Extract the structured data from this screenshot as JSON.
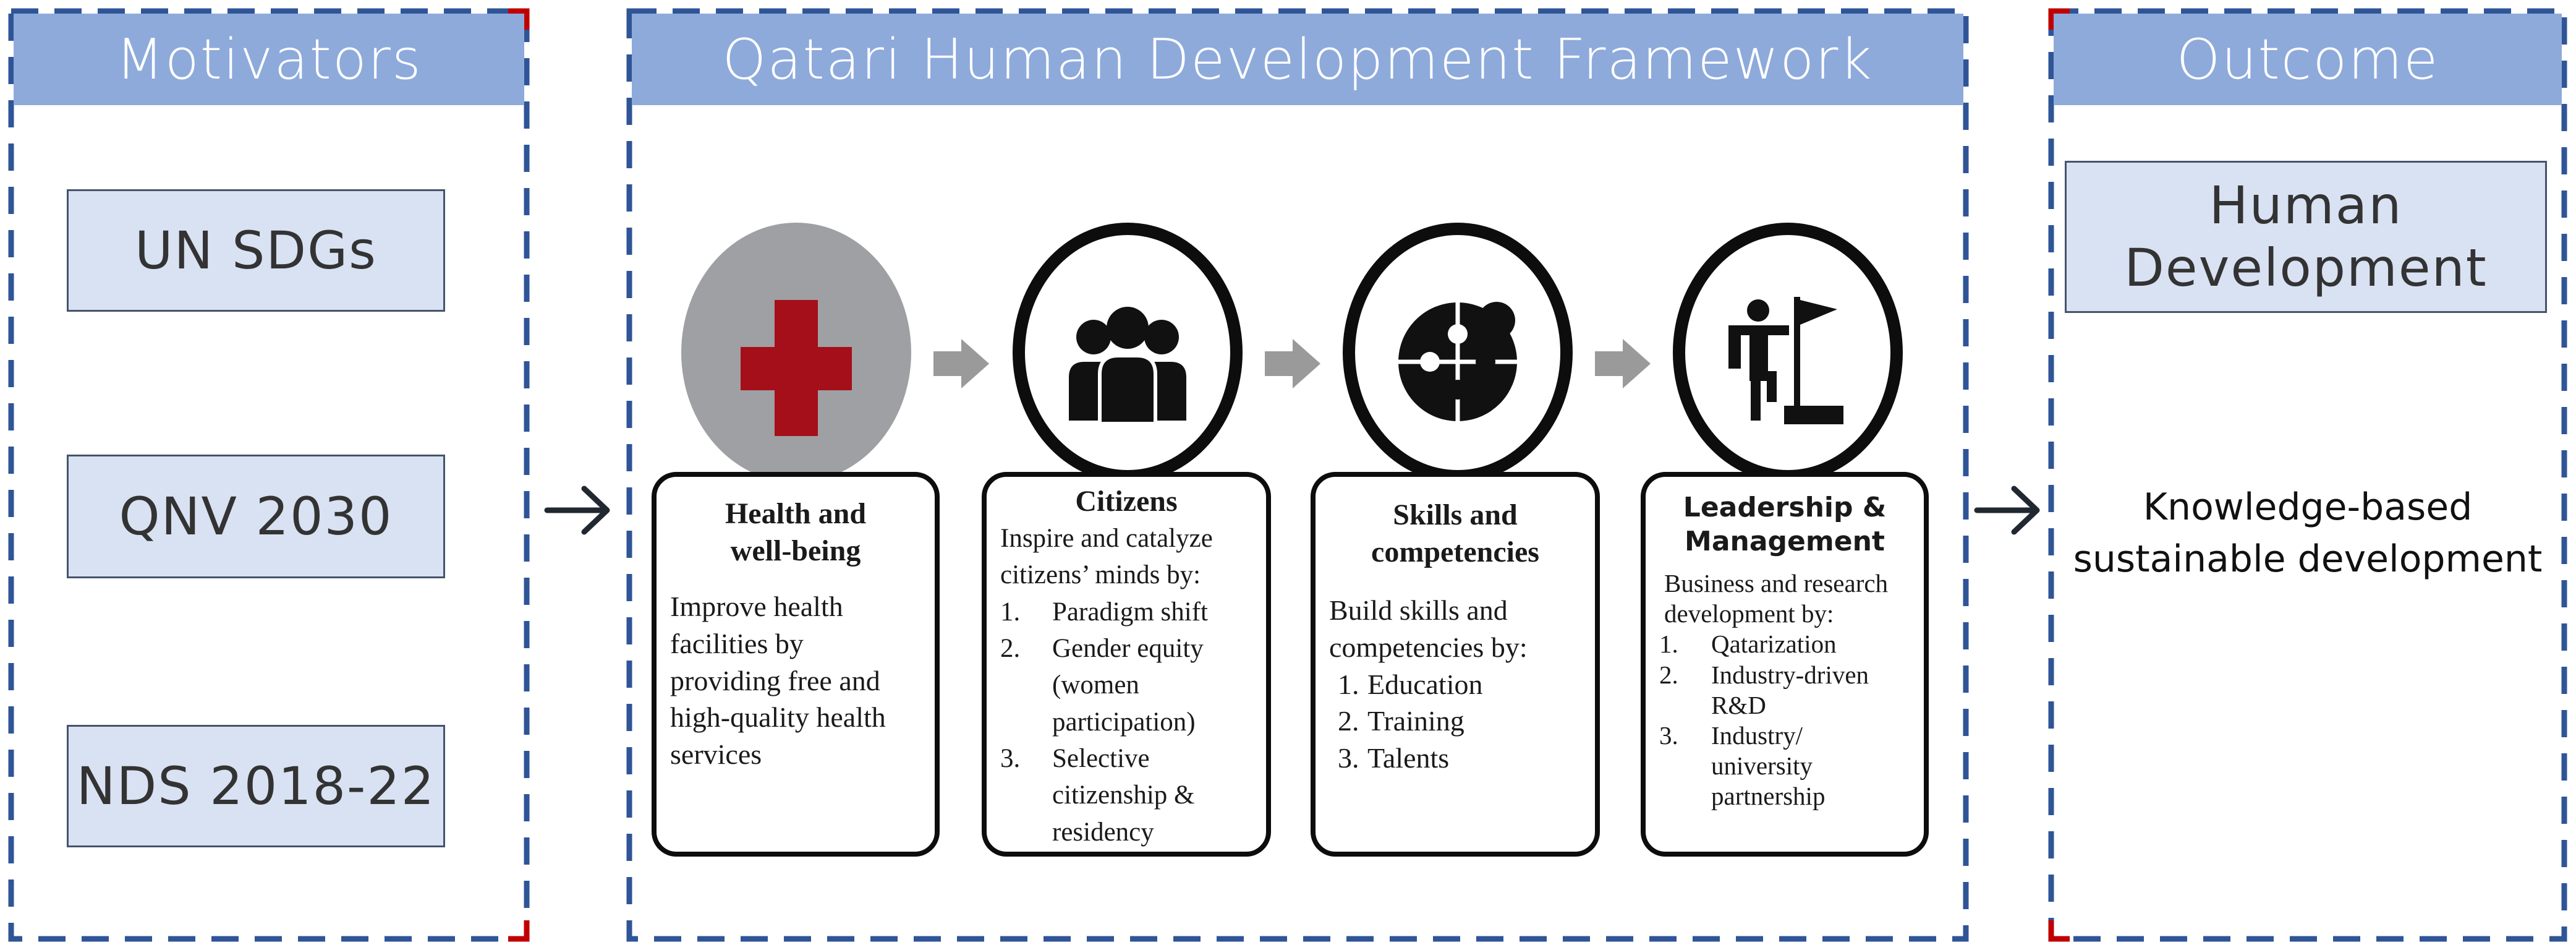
{
  "colors": {
    "header_fill": "#8eaadb",
    "box_fill": "#d9e2f3",
    "dash_blue": "#2f5597",
    "corner_red": "#c00000",
    "cross_red": "#a50f1a",
    "circle_gray": "#9ea0a3",
    "arrow_gray": "#9a9a9a"
  },
  "motivators": {
    "header": "Motivators",
    "items": [
      "UN SDGs",
      "QNV 2030",
      "NDS 2018-22"
    ]
  },
  "framework": {
    "header": "Qatari Human Development Framework",
    "pillars": [
      {
        "icon": "medical-cross-icon",
        "title_lines": [
          "Health and",
          "well-being"
        ],
        "body": "Improve health facilities by providing free and high-quality health services"
      },
      {
        "icon": "people-group-icon",
        "title_lines": [
          "Citizens"
        ],
        "intro": "Inspire and catalyze citizens’ minds by:",
        "items": [
          {
            "num": "1.",
            "text": "Paradigm shift"
          },
          {
            "num": "2.",
            "text": "Gender equity (women participation)"
          },
          {
            "num": "3.",
            "text": "Selective citizenship & residency"
          }
        ]
      },
      {
        "icon": "puzzle-brain-icon",
        "title_lines": [
          "Skills and",
          "competencies"
        ],
        "intro": "Build skills and competencies by:",
        "items": [
          {
            "num": "1.",
            "text": "Education"
          },
          {
            "num": "2.",
            "text": "Training"
          },
          {
            "num": "3.",
            "text": "Talents"
          }
        ]
      },
      {
        "icon": "person-flag-icon",
        "title_lines": [
          "Leadership &",
          "Management"
        ],
        "intro": "Business and research development by:",
        "items": [
          {
            "num": "1.",
            "text": "Qatarization"
          },
          {
            "num": "2.",
            "text": "Industry-driven R&D"
          },
          {
            "num": "3.",
            "text": "Industry/ university partnership"
          }
        ]
      }
    ]
  },
  "outcome": {
    "header": "Outcome",
    "box": [
      "Human",
      "Development"
    ],
    "result": [
      "Knowledge-based",
      "sustainable development"
    ]
  }
}
